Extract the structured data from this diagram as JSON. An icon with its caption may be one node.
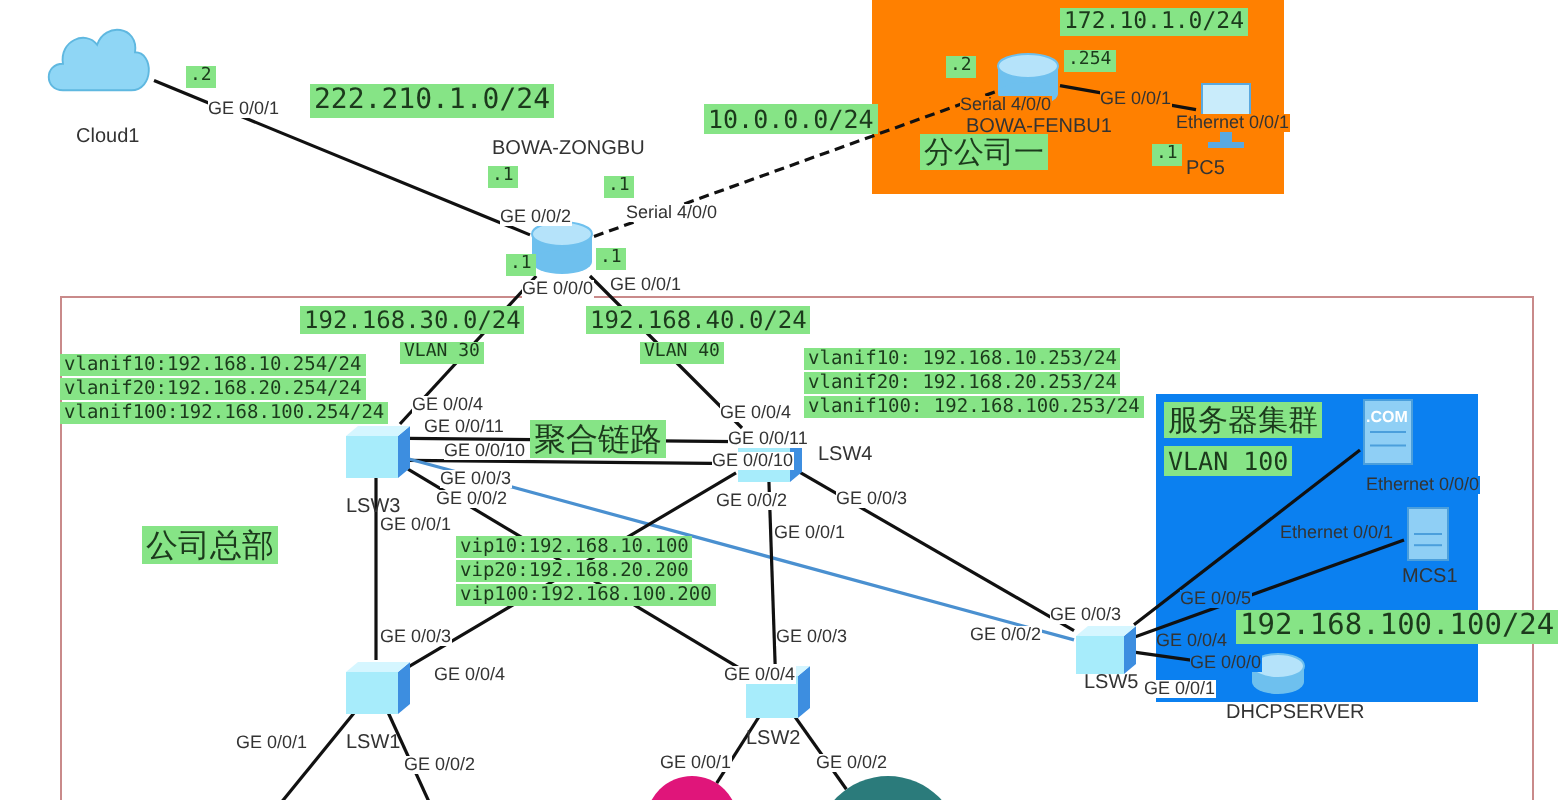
{
  "diagram": {
    "nodes": [
      {
        "text": [
          "公司总部"
        ]
      },
      {
        "text": [
          "分公司一"
        ]
      },
      {
        "text": [
          "服务器集群",
          "VLAN 100"
        ],
        "in": 0
      },
      {
        "text": [
          "Cloud1"
        ]
      },
      {
        "text": [
          "BOWA-ZONGBU"
        ]
      },
      {
        "text": [
          "BOWA-FENBU1"
        ],
        "in": 1
      },
      {
        "text": [
          "PC5"
        ],
        "in": 1
      },
      {
        "text": [
          "LSW3"
        ],
        "in": 0
      },
      {
        "text": [
          "LSW4"
        ],
        "in": 0
      },
      {
        "text": [
          "LSW1"
        ],
        "in": 0
      },
      {
        "text": [
          "LSW2"
        ],
        "in": 0
      },
      {
        "text": [
          "LSW5"
        ],
        "in": 0
      },
      {
        "text": [],
        "shape": "picture",
        "in": 2
      },
      {
        "text": [
          "MCS1"
        ],
        "in": 2
      },
      {
        "text": [
          "DHCPSERVER"
        ],
        "in": 2
      },
      {
        "text": [],
        "shape": "circle"
      },
      {
        "text": [],
        "shape": "circle"
      }
    ],
    "edges": [
      {
        "from": 3,
        "to": 4,
        "arrow": "none"
      },
      {
        "from": 4,
        "to": 5,
        "arrow": "none",
        "style": "dashed"
      },
      {
        "from": 5,
        "to": 6,
        "arrow": "none"
      },
      {
        "from": 4,
        "to": 7,
        "arrow": "none"
      },
      {
        "from": 4,
        "to": 8,
        "arrow": "none"
      },
      {
        "from": 7,
        "to": 8,
        "arrow": "none"
      },
      {
        "from": 7,
        "to": 8,
        "arrow": "none"
      },
      {
        "from": 7,
        "to": 9,
        "arrow": "none"
      },
      {
        "from": 7,
        "to": 10,
        "arrow": "none"
      },
      {
        "from": 7,
        "to": 11,
        "arrow": "none",
        "color": "#4a90d0"
      },
      {
        "from": 8,
        "to": 9,
        "arrow": "none"
      },
      {
        "from": 8,
        "to": 10,
        "arrow": "none"
      },
      {
        "from": 8,
        "to": 11,
        "arrow": "none"
      },
      {
        "from": 11,
        "to": 12,
        "arrow": "none"
      },
      {
        "from": 11,
        "to": 13,
        "arrow": "none"
      },
      {
        "from": 11,
        "to": 14,
        "arrow": "none"
      },
      {
        "from": 9,
        "to": null,
        "arrow": "none"
      },
      {
        "from": 9,
        "to": null,
        "arrow": "none"
      },
      {
        "from": 10,
        "to": 15,
        "arrow": "none"
      },
      {
        "from": 10,
        "to": 16,
        "arrow": "none"
      }
    ],
    "labels": [
      ".2",
      "GE 0/0/1",
      "222.210.1.0/24",
      "10.0.0.0/24",
      ".1",
      ".1",
      "GE 0/0/2",
      "Serial 4/0/0",
      ".1",
      ".1",
      "GE 0/0/0",
      "GE 0/0/1",
      "172.10.1.0/24",
      ".2",
      ".254",
      "Serial 4/0/0",
      "GE 0/0/1",
      "Ethernet 0/0/1",
      ".1",
      "192.168.30.0/24",
      "VLAN 30",
      "192.168.40.0/24",
      "VLAN 40",
      "vlanif10:192.168.10.254/24",
      "vlanif20:192.168.20.254/24",
      "vlanif100:192.168.100.254/24",
      "GE 0/0/4",
      "GE 0/0/11",
      "聚合链路",
      "GE 0/0/10",
      "GE 0/0/3",
      "GE 0/0/2",
      "GE 0/0/4",
      "GE 0/0/11",
      "GE 0/0/10",
      "GE 0/0/2",
      "GE 0/0/1",
      "GE 0/0/3",
      "vlanif10: 192.168.10.253/24",
      "vlanif20: 192.168.20.253/24",
      "vlanif100: 192.168.100.253/24",
      "GE 0/0/1",
      "vip10:192.168.10.100",
      "vip20:192.168.20.200",
      "vip100:192.168.100.200",
      "GE 0/0/3",
      "GE 0/0/4",
      "GE 0/0/1",
      "GE 0/0/2",
      "GE 0/0/3",
      "GE 0/0/4",
      "GE 0/0/1",
      "GE 0/0/2",
      "GE 0/0/2",
      "GE 0/0/3",
      "GE 0/0/5",
      "GE 0/0/4",
      "GE 0/0/1",
      "Ethernet 0/0/0",
      "Ethernet 0/0/1",
      "GE 0/0/0",
      "192.168.100.100/24",
      ".COM"
    ]
  }
}
